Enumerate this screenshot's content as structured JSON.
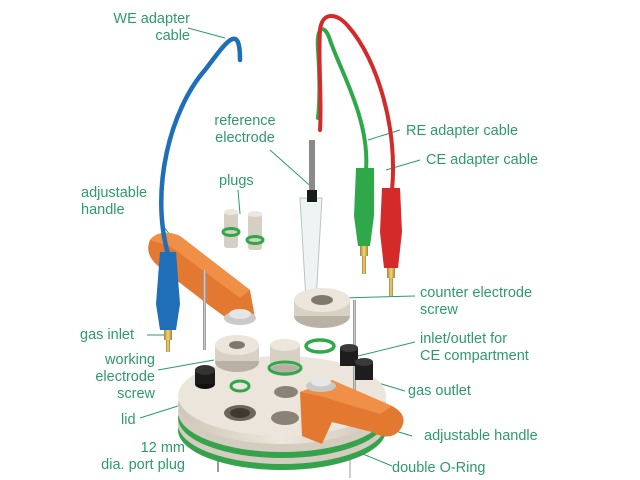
{
  "colors": {
    "label_text": "#2e9a6c",
    "leader_line": "#2e9a6c",
    "cable_blue": "#1f6fb8",
    "cable_red": "#d42a2a",
    "cable_green": "#2fa84a",
    "plate_beige": "#e8e1d6",
    "handle_orange": "#e37830",
    "o_ring_green": "#33a84a",
    "steel": "#9a9a9a"
  },
  "labels": {
    "we_cable_1": "WE adapter",
    "we_cable_2": "cable",
    "ref_1": "reference",
    "ref_2": "electrode",
    "plugs": "plugs",
    "re_cable": "RE adapter cable",
    "ce_cable": "CE adapter cable",
    "handle_left_1": "adjustable",
    "handle_left_2": "handle",
    "counter_1": "counter electrode",
    "counter_2": "screw",
    "inlet_ce_1": "inlet/outlet for",
    "inlet_ce_2": "CE compartment",
    "gas_inlet": "gas inlet",
    "working_1": "working",
    "working_2": "electrode",
    "working_3": "screw",
    "gas_outlet": "gas outlet",
    "lid": "lid",
    "handle_right": "adjustable handle",
    "port_1": "12 mm",
    "port_2": "dia. port plug",
    "o_ring": "double O-Ring"
  }
}
